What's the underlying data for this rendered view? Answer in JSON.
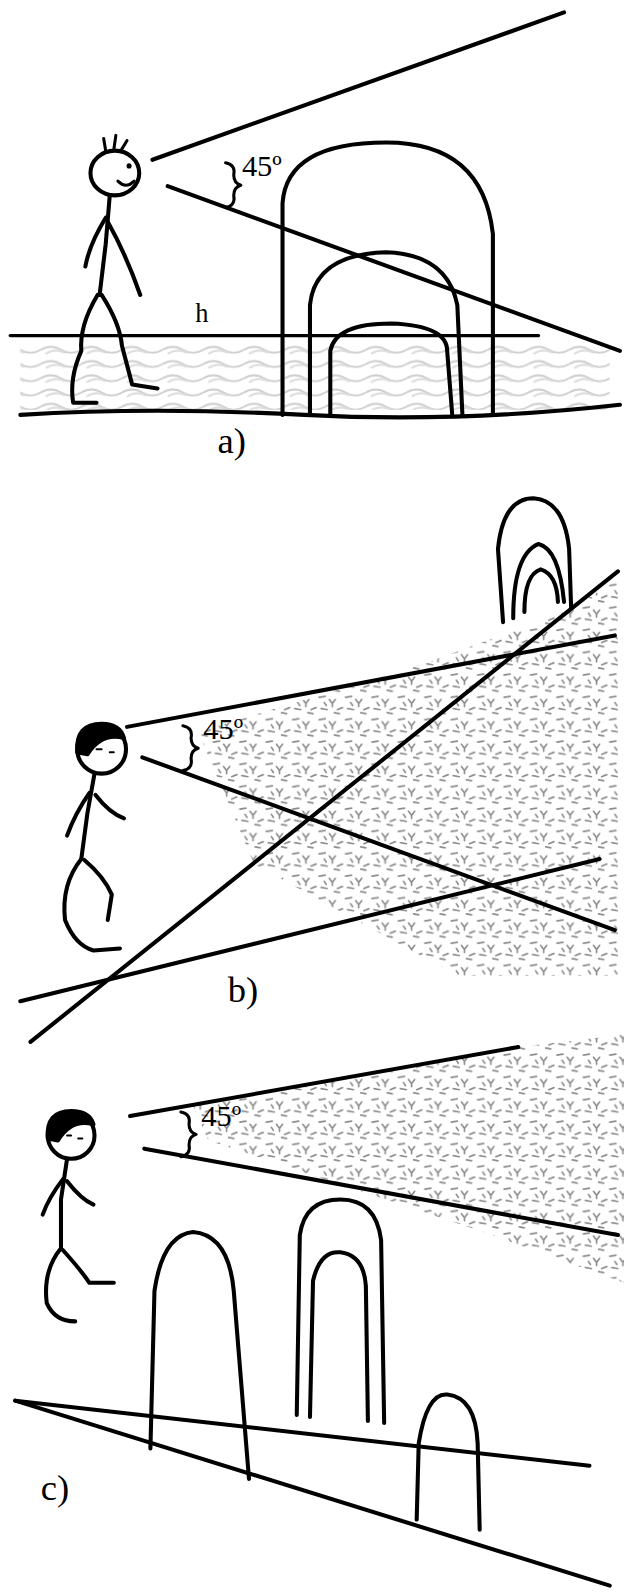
{
  "diagram": {
    "labels": [
      "45º",
      "h",
      "a)",
      "45º",
      "b)",
      "45º",
      "c)"
    ]
  }
}
